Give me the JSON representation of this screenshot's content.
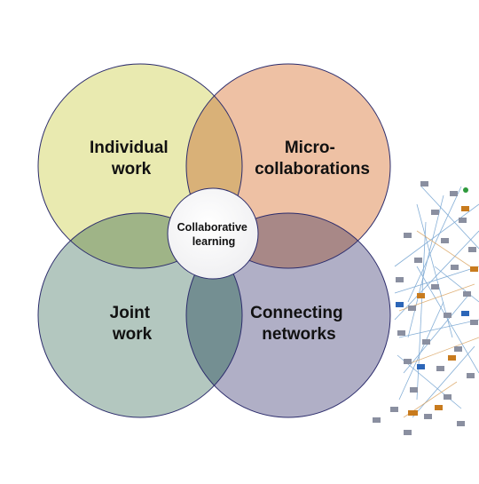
{
  "diagram": {
    "center": {
      "line1": "Collaborative",
      "line2": "learning"
    },
    "circles": [
      {
        "id": "individual",
        "line1": "Individual",
        "line2": "work",
        "fill": "#e9eab0",
        "stroke": "#2c2c6c"
      },
      {
        "id": "micro",
        "line1": "Micro-",
        "line2": "collaborations",
        "fill": "#eec1a4",
        "stroke": "#2c2c6c"
      },
      {
        "id": "joint",
        "line1": "Joint",
        "line2": "work",
        "fill": "#b3c7bf",
        "stroke": "#2c2c6c"
      },
      {
        "id": "connecting",
        "line1": "Connecting",
        "line2": "networks",
        "fill": "#b0afc6",
        "stroke": "#2c2c6c"
      }
    ],
    "overlaps": {
      "individual_micro": "#d9b178",
      "individual_joint": "#9fb487",
      "micro_connecting": "#a88887",
      "joint_connecting": "#748f92"
    }
  },
  "network_image": {
    "icon": "network-graph-image"
  }
}
